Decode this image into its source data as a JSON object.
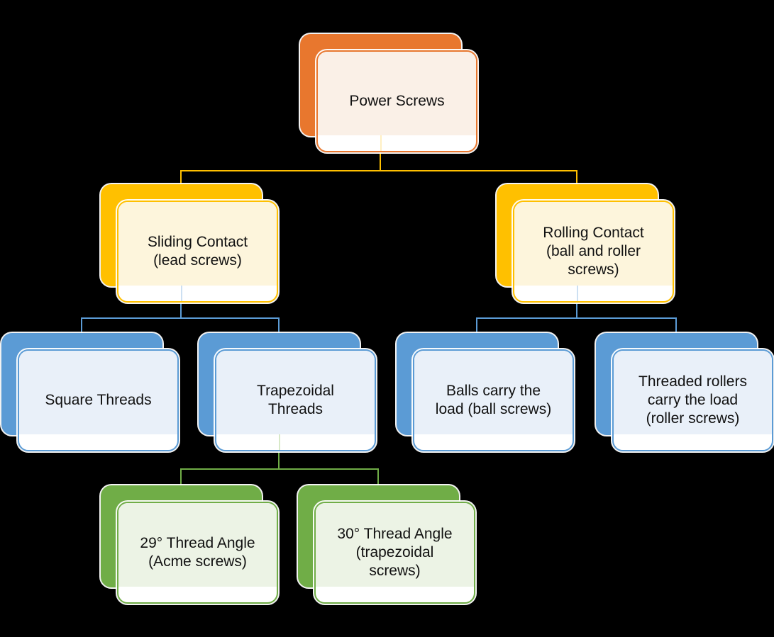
{
  "diagram": {
    "type": "hierarchy",
    "title": "Power Screws classification",
    "background": "#000000",
    "text_color": "#111111",
    "palette": {
      "orange": "#E8772E",
      "orange_tint": "#FAF0E7",
      "gold": "#FFC000",
      "gold_tint": "#FDF5DC",
      "blue": "#5B9BD5",
      "blue_tint": "#E9F0F9",
      "green": "#70AD47",
      "green_tint": "#ECF3E5",
      "connector_gold": "#FFC000",
      "connector_blue": "#5B9BD5",
      "connector_green": "#70AD47",
      "stub_gold": "#FFEFC2",
      "stub_blue": "#CDE0F2",
      "stub_green": "#D8E9C8"
    },
    "nodes": [
      {
        "id": "power-screws",
        "label": "Power Screws",
        "color_key": "orange",
        "parent": null
      },
      {
        "id": "sliding-contact",
        "label": "Sliding Contact\n(lead screws)",
        "color_key": "gold",
        "parent": "power-screws"
      },
      {
        "id": "rolling-contact",
        "label": "Rolling Contact\n(ball and roller\nscrews)",
        "color_key": "gold",
        "parent": "power-screws"
      },
      {
        "id": "square-threads",
        "label": "Square Threads",
        "color_key": "blue",
        "parent": "sliding-contact"
      },
      {
        "id": "trapezoidal-threads",
        "label": "Trapezoidal\nThreads",
        "color_key": "blue",
        "parent": "sliding-contact"
      },
      {
        "id": "balls-carry-load",
        "label": "Balls carry the\nload (ball screws)",
        "color_key": "blue",
        "parent": "rolling-contact"
      },
      {
        "id": "threaded-rollers",
        "label": "Threaded rollers\ncarry the load\n(roller screws)",
        "color_key": "blue",
        "parent": "rolling-contact"
      },
      {
        "id": "thread-angle-29",
        "label": "29° Thread Angle\n(Acme screws)",
        "color_key": "green",
        "parent": "trapezoidal-threads"
      },
      {
        "id": "thread-angle-30",
        "label": "30° Thread Angle\n(trapezoidal\nscrews)",
        "color_key": "green",
        "parent": "trapezoidal-threads"
      }
    ]
  }
}
